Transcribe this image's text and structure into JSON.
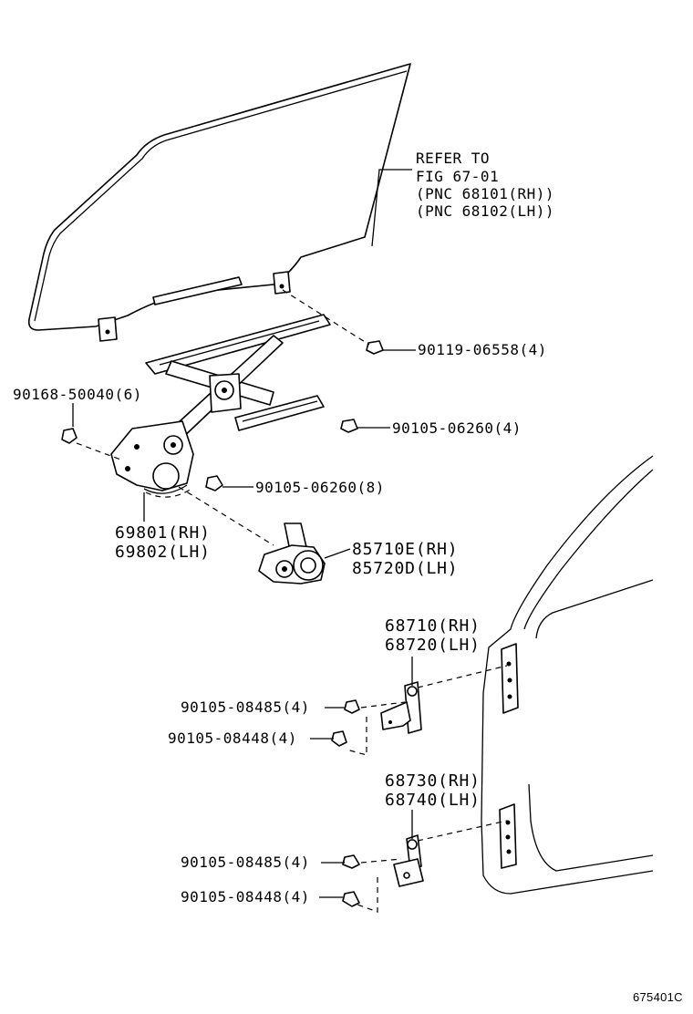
{
  "refer": {
    "line1": "REFER TO",
    "line2": "FIG 67-01",
    "line3": "(PNC 68101(RH))",
    "line4": "(PNC 68102(LH))"
  },
  "parts": {
    "bolt_90119_06558": "90119-06558(4)",
    "bolt_90168_50040": "90168-50040(6)",
    "bolt_90105_06260_4": "90105-06260(4)",
    "bolt_90105_06260_8": "90105-06260(8)",
    "regulator_rh": "69801(RH)",
    "regulator_lh": "69802(LH)",
    "motor_rh": "85710E(RH)",
    "motor_lh": "85720D(LH)",
    "upper_hinge_rh": "68710(RH)",
    "upper_hinge_lh": "68720(LH)",
    "upper_bolt_a": "90105-08485(4)",
    "upper_bolt_b": "90105-08448(4)",
    "lower_hinge_rh": "68730(RH)",
    "lower_hinge_lh": "68740(LH)",
    "lower_bolt_a": "90105-08485(4)",
    "lower_bolt_b": "90105-08448(4)"
  },
  "figure_id": "675401C"
}
